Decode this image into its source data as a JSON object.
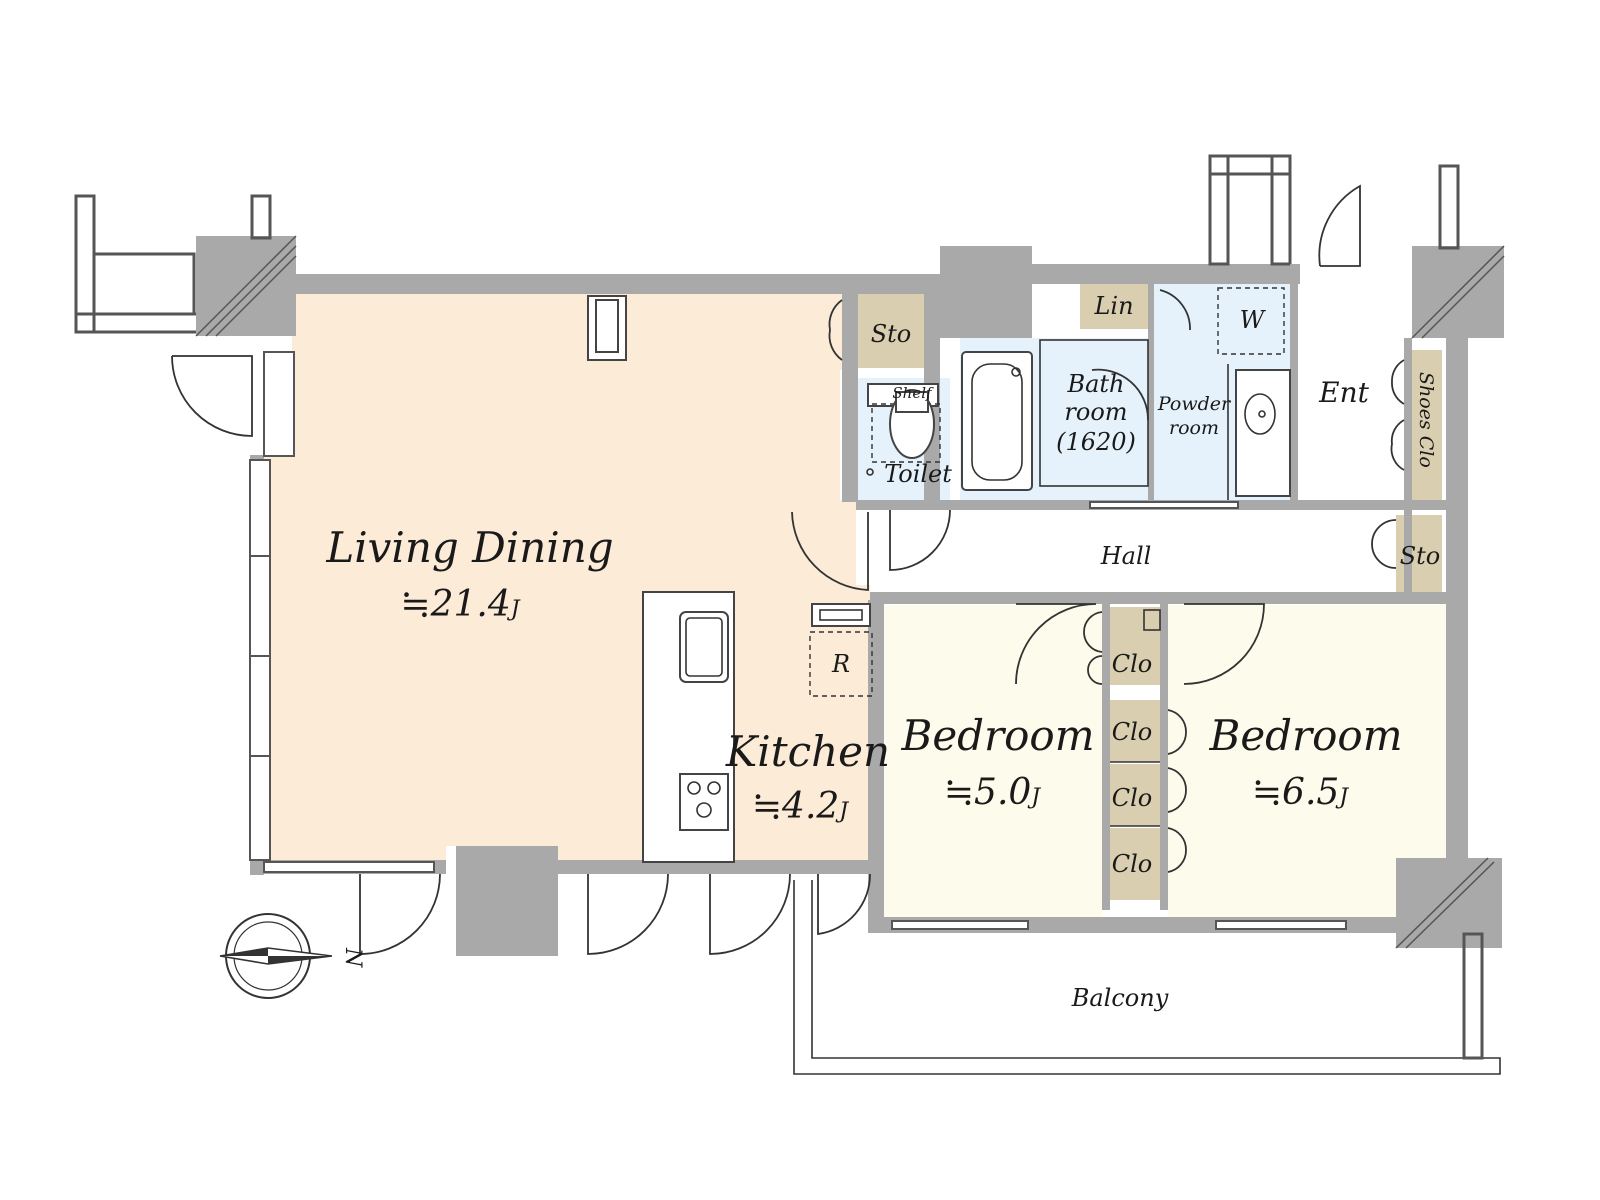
{
  "rooms": {
    "living_dining": {
      "name": "Living Dining",
      "size": "≒21.4",
      "unit": "J"
    },
    "kitchen": {
      "name": "Kitchen",
      "size": "≒4.2",
      "unit": "J"
    },
    "bedroom_1": {
      "name": "Bedroom",
      "size": "≒5.0",
      "unit": "J"
    },
    "bedroom_2": {
      "name": "Bedroom",
      "size": "≒6.5",
      "unit": "J"
    },
    "bath": {
      "line1": "Bath",
      "line2": "room",
      "line3": "(1620)"
    },
    "powder": {
      "line1": "Powder",
      "line2": "room"
    },
    "toilet": "Toilet",
    "shelf": "Shelf",
    "hall": "Hall",
    "entrance": "Ent",
    "balcony": "Balcony",
    "linen": "Lin",
    "washer": "W",
    "refrigerator": "R",
    "storage_top": "Sto",
    "storage_hall": "Sto",
    "shoes_closet": "Shoes Clo",
    "closet_1": "Clo",
    "closet_2": "Clo",
    "closet_3": "Clo",
    "closet_4": "Clo"
  },
  "compass": {
    "north_label": "N"
  },
  "colors": {
    "living": "#fcebd6",
    "bedroom": "#fdfbeb",
    "wet_area": "#e6f2fb",
    "storage": "#d9ceaf",
    "wall": "#a9a9a9"
  }
}
